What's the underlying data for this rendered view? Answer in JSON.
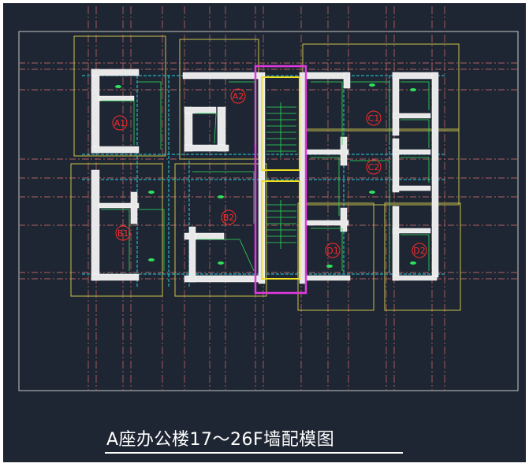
{
  "caption": "A座办公楼17～26F墙配模图",
  "room_labels": [
    "A1",
    "A2",
    "B1",
    "B2",
    "C1",
    "C2",
    "D1",
    "D2"
  ],
  "colors": {
    "background": "#1e2633",
    "wall_fill": "#e8e8e8",
    "grid_line": "#b06060",
    "zone_outline": "#c9c24a",
    "stair_outline": "#e23ae0",
    "cyan_lines": "#2bd0e0",
    "green_formwork": "#2ee05a",
    "label_red": "#ff2a2a",
    "stair_yellow": "#f0e020",
    "caption_text": "#ffffff"
  }
}
